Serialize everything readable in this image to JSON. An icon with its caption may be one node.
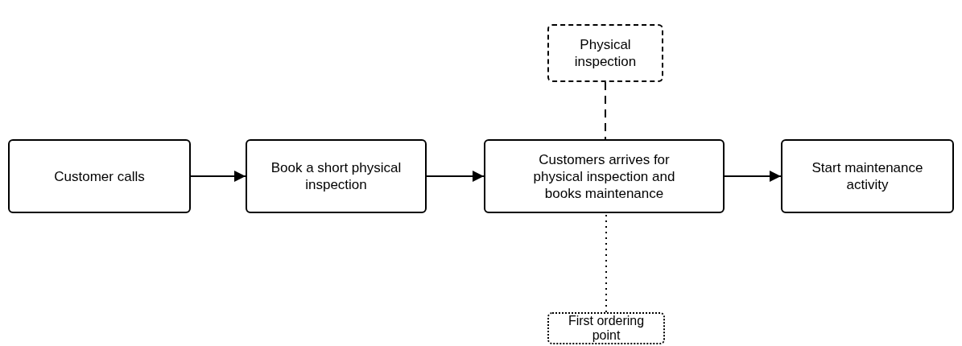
{
  "diagram": {
    "nodes": [
      {
        "text": [
          "Customer calls"
        ]
      },
      {
        "text": [
          "Book a short physical inspection"
        ]
      },
      {
        "text": [
          "Customers arrives for physical inspection and books maintenance"
        ]
      },
      {
        "text": [
          "Start maintenance activity"
        ]
      },
      {
        "text": [
          "Physical inspection"
        ]
      },
      {
        "text": [
          "First ordering point"
        ]
      }
    ],
    "edges": [
      {
        "from": 0,
        "to": 1,
        "arrow": "to"
      },
      {
        "from": 1,
        "to": 2,
        "arrow": "to"
      },
      {
        "from": 2,
        "to": 3,
        "arrow": "to"
      },
      {
        "from": 4,
        "to": 2,
        "arrow": "none",
        "style": "dashed"
      },
      {
        "from": 5,
        "to": 2,
        "arrow": "none",
        "style": "dashed"
      }
    ]
  }
}
